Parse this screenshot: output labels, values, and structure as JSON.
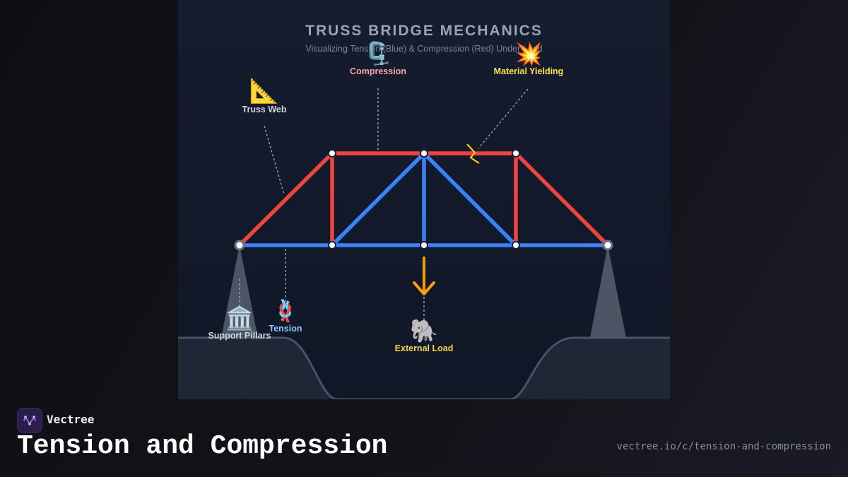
{
  "diagram": {
    "title": "TRUSS BRIDGE MECHANICS",
    "subtitle": "Visualizing Tension (Blue) & Compression (Red) Under Load",
    "colors": {
      "tension": "#3b82f6",
      "compression": "#ef4444",
      "load_arrow": "#f59e0b",
      "yield_mark": "#facc15",
      "pillar": "#4b5563",
      "ground": "#1f2737"
    },
    "callouts": {
      "truss_web": {
        "icon": "triangle-ruler-icon",
        "emoji": "📐",
        "label": "Truss Web"
      },
      "compression": {
        "icon": "clamp-icon",
        "emoji": "🗜️",
        "label": "Compression"
      },
      "material_yielding": {
        "icon": "collision-icon",
        "emoji": "💥",
        "label": "Material Yielding"
      },
      "support_pillars": {
        "icon": "classical-building-icon",
        "emoji": "🏛️",
        "label": "Support Pillars"
      },
      "tension": {
        "icon": "knot-icon",
        "emoji": "🪢",
        "label": "Tension"
      },
      "external_load": {
        "icon": "elephant-icon",
        "emoji": "🐘",
        "label": "External Load"
      }
    }
  },
  "footer": {
    "brand": "Vectree",
    "title": "Tension and Compression",
    "url": "vectree.io/c/tension-and-compression"
  }
}
